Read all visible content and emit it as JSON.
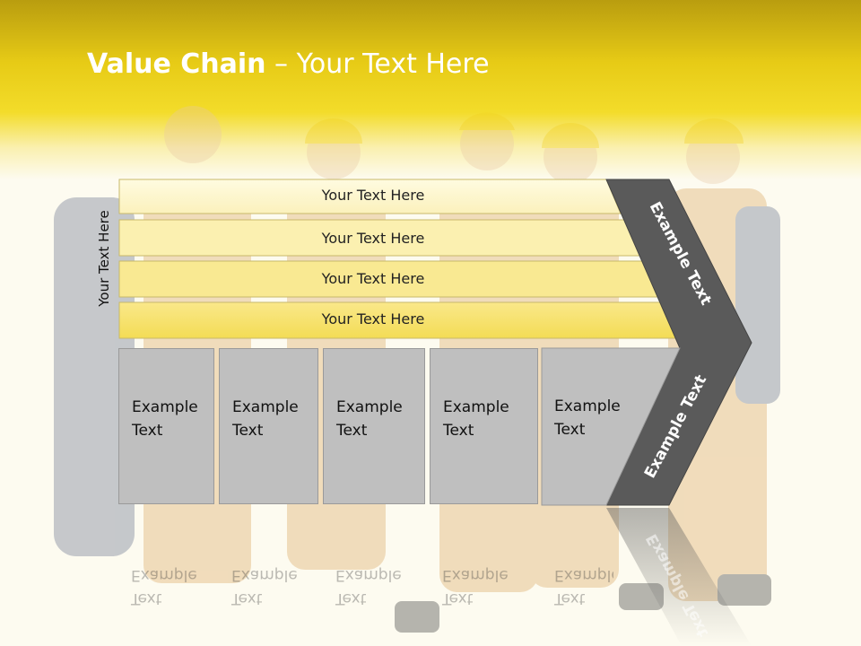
{
  "title": {
    "bold": "Value Chain",
    "rest": " – Your Text Here"
  },
  "side_label": "Your Text Here",
  "bars": [
    {
      "label": "Your Text Here"
    },
    {
      "label": "Your Text Here"
    },
    {
      "label": "Your Text Here"
    },
    {
      "label": "Your Text Here"
    }
  ],
  "boxes": [
    {
      "line1": "Example",
      "line2": "Text"
    },
    {
      "line1": "Example",
      "line2": "Text"
    },
    {
      "line1": "Example",
      "line2": "Text"
    },
    {
      "line1": "Example",
      "line2": "Text"
    },
    {
      "line1": "Example",
      "line2": "Text"
    }
  ],
  "chevron": {
    "upper": "Example Text",
    "lower": "Example Text"
  },
  "colors": {
    "header_yellow": "#e7cb16",
    "bar_light": "#fdf6c8",
    "bar_dark": "#f6e160",
    "box_gray": "#bfbfbf",
    "chevron_gray": "#5a5a5a"
  },
  "icons": {
    "background": "construction-workers-photo"
  }
}
